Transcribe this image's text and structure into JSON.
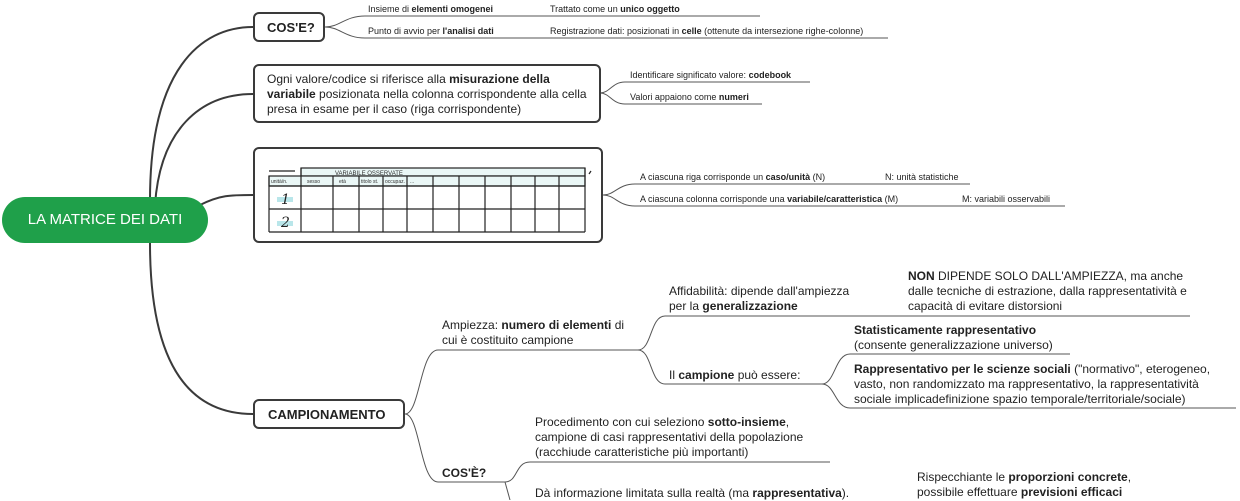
{
  "root": {
    "label": "LA MATRICE DEI DATI"
  },
  "cose1": {
    "label": "COS'E?",
    "c1": {
      "pre": "Insieme di ",
      "bold": "elementi omogenei"
    },
    "c2": {
      "pre": "Trattato come un ",
      "bold": "unico oggetto"
    },
    "c3": {
      "pre": "Punto di avvio per ",
      "bold": "l'analisi dati"
    },
    "c4": {
      "pre": "Registrazione dati: posizionati in ",
      "bold": "celle",
      "post": " (ottenute da intersezione righe-colonne)"
    }
  },
  "valore": {
    "pre": "Ogni valore/codice si riferisce alla ",
    "bold": "misurazione della variabile",
    "post": " posizionata nella colonna corrispondente alla cella presa in esame per il caso (riga corrispondente)",
    "c1": {
      "pre": "Identificare significato valore: ",
      "bold": "codebook"
    },
    "c2": {
      "pre": "Valori appaiono come ",
      "bold": "numeri"
    }
  },
  "matrix": {
    "header_top": "VARIABILE  OSSERVATE",
    "col_headers": [
      "unità/n.",
      "sesso",
      "età",
      "titolo st.",
      "occupaz.",
      "..."
    ],
    "rows": [
      "1",
      "2"
    ],
    "c1": {
      "pre": "A ciascuna riga corrisponde un ",
      "bold": "caso/unità",
      "post": " (N)"
    },
    "c1b": "N: unità statistiche",
    "c2": {
      "pre": "A ciascuna colonna corrisponde una ",
      "bold": "variabile/caratteristica",
      "post": " (M)"
    },
    "c2b": "M: variabili osservabili"
  },
  "camp": {
    "label": "CAMPIONAMENTO",
    "ampiezza": {
      "pre": "Ampiezza: ",
      "bold": "numero di elementi",
      "post": " di cui è costituito campione"
    },
    "affid": {
      "pre": "Affidabilità: dipende dall'ampiezza per la ",
      "bold": "generalizzazione"
    },
    "non": {
      "bold": "NON",
      "post": " DIPENDE SOLO DALL'AMPIEZZA, ma anche dalle tecniche di estrazione, dalla rappresentatività e capacità  di evitare distorsioni"
    },
    "campione": {
      "pre": "Il ",
      "bold": "campione",
      "post": " può essere:"
    },
    "stat": {
      "bold": "Statisticamente rappresentativo",
      "post": "(consente generalizzazione universo)"
    },
    "soc": {
      "bold": "Rappresentativo per le scienze sociali",
      "post": " (\"normativo\", eterogeneo, vasto, non randomizzato ma rappresentativo, la rappresentatività sociale implicadefinizione spazio temporale/territoriale/sociale)"
    },
    "cose2": "COS'È?",
    "proc": {
      "pre": "Procedimento con cui seleziono ",
      "bold": "sotto-insieme",
      "post": ", campione di casi rappresentativi della popolazione (racchiude caratteristiche più importanti)"
    },
    "info": {
      "pre": "Dà informazione limitata sulla realtà (ma ",
      "bold": "rappresentativa",
      "post": ")."
    },
    "risp": {
      "pre": "Rispecchiante le ",
      "bold": "proporzioni concrete",
      "post": ",",
      "pre2": "possibile effettuare ",
      "bold2": "previsioni efficaci"
    }
  }
}
